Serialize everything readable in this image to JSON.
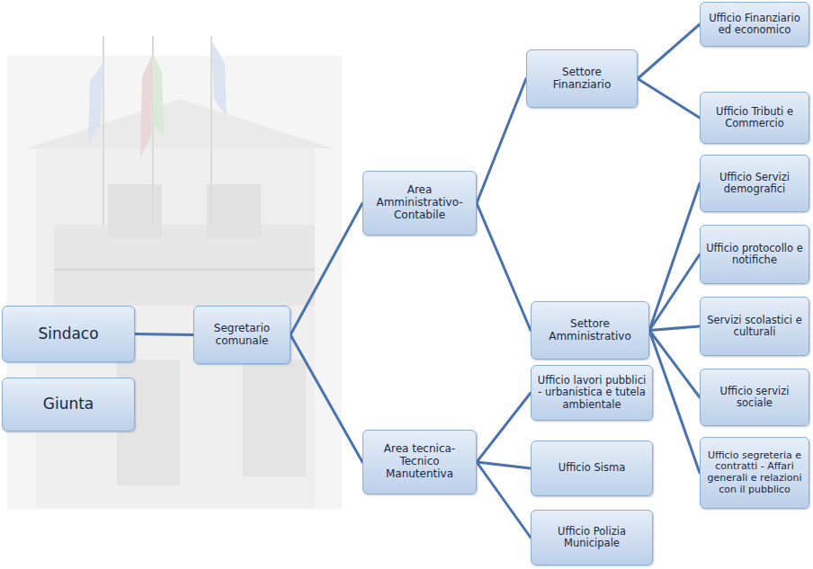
{
  "diagram": {
    "nodes": [
      {
        "text": [
          "Sindaco"
        ]
      },
      {
        "text": [
          "Giunta"
        ]
      },
      {
        "text": [
          "Segretario comunale"
        ]
      },
      {
        "text": [
          "Area Amministrativo-Contabile"
        ]
      },
      {
        "text": [
          "Area tecnica-Tecnico Manutentiva"
        ]
      },
      {
        "text": [
          "Settore Finanziario"
        ]
      },
      {
        "text": [
          "Settore Amministrativo"
        ]
      },
      {
        "text": [
          "Ufficio Finanziario ed economico"
        ]
      },
      {
        "text": [
          "Ufficio Tributi e Commercio"
        ]
      },
      {
        "text": [
          "Ufficio Servizi demografici"
        ]
      },
      {
        "text": [
          "Ufficio protocollo e notifiche"
        ]
      },
      {
        "text": [
          "Servizi scolastici e culturali"
        ]
      },
      {
        "text": [
          "Ufficio servizi sociale"
        ]
      },
      {
        "text": [
          "Ufficio segreteria e contratti - Affari generali e relazioni con il pubblico"
        ]
      },
      {
        "text": [
          "Ufficio lavori pubblici - urbanistica e tutela ambientale"
        ]
      },
      {
        "text": [
          "Ufficio Sisma"
        ]
      },
      {
        "text": [
          "Ufficio Polizia Municipale"
        ]
      }
    ],
    "edges": [
      {
        "from": 0,
        "to": 2,
        "arrow": "none"
      },
      {
        "from": 2,
        "to": 3,
        "arrow": "none"
      },
      {
        "from": 2,
        "to": 4,
        "arrow": "none"
      },
      {
        "from": 3,
        "to": 5,
        "arrow": "none"
      },
      {
        "from": 3,
        "to": 6,
        "arrow": "none"
      },
      {
        "from": 5,
        "to": 7,
        "arrow": "none"
      },
      {
        "from": 5,
        "to": 8,
        "arrow": "none"
      },
      {
        "from": 6,
        "to": 9,
        "arrow": "none"
      },
      {
        "from": 6,
        "to": 10,
        "arrow": "none"
      },
      {
        "from": 6,
        "to": 11,
        "arrow": "none"
      },
      {
        "from": 6,
        "to": 12,
        "arrow": "none"
      },
      {
        "from": 6,
        "to": 13,
        "arrow": "none"
      },
      {
        "from": 4,
        "to": 14,
        "arrow": "none"
      },
      {
        "from": 4,
        "to": 15,
        "arrow": "none"
      },
      {
        "from": 4,
        "to": 16,
        "arrow": "none"
      }
    ]
  }
}
